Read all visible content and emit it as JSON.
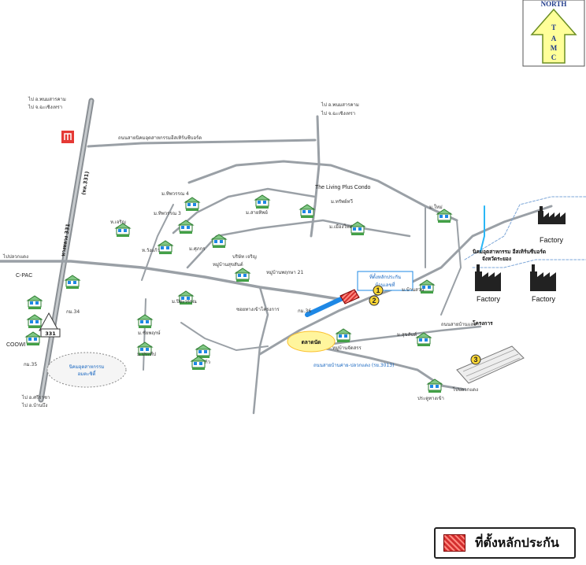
{
  "compass": {
    "north": "NORTH",
    "letters": [
      "T",
      "A",
      "M",
      "C"
    ]
  },
  "colors": {
    "road": "#9aa0a6",
    "highway": "#8a8f94",
    "highway_blue": "#1e88e5",
    "site_red": "#d32f2f",
    "marker_yellow": "#fdd835",
    "factory": "#222222",
    "legend_border": "#222222",
    "compass_fill": "#ffff99",
    "compass_stroke": "#6b8e23"
  },
  "legend": {
    "label": "ที่ตั้งหลักประกัน"
  },
  "labels": {
    "hwy_331": "ทางหลวง 331",
    "hwy_331_num": "(ทล.331)",
    "top_left_dest_1": "ไป อ.พนมสารคาม",
    "top_left_dest_2": "ไป จ.ฉะเชิงเทรา",
    "top_mid_dest_1": "ไป อ.พนมสารคาม",
    "top_mid_dest_2": "ไป จ.ฉะเชิงเทรา",
    "road_north": "ถนนสายนิคมอุตสาหกรรมอีสเทิร์นซีบอร์ด",
    "left_dest_1": "ไปปลวกแดง",
    "bottom_left_dest_1": "ไป อ.ศรีราชา",
    "bottom_left_dest_2": "ไป อ.บ้านบึง",
    "bottom_right_dest": "ไปปลวกแดง",
    "living_plus": "The Living Plus Condo",
    "factory_1": "Factory",
    "factory_2": "Factory",
    "factory_3": "Factory",
    "industrial_estate_right": "นิคมอุตสาหกรรม อีสเทิร์นซีบอร์ด",
    "industrial_estate_right_sub": "จังหวัดระยอง",
    "industrial_estate_left": "นิคมอุตสาหกรรม",
    "industrial_estate_left_sub": "อมตะซิตี้",
    "market": "ตลาดนัด",
    "hwy_3013": "ถนนสายบ้านค่าย-ปลวกแดง (รย.3013)",
    "road_bottom": "ถนนสายบ้านแลง",
    "site_note_1": "ที่ตั้งหลักประกัน",
    "site_note_2": "บ้านเลขที่",
    "road_sub_mid": "ซอยทางเข้าโครงการ",
    "place_1": "ห.เจริญ",
    "place_2": "ม.ทิพวรรณ 4",
    "place_3": "ม.ทิพวรรณ 3",
    "place_4": "ห.วังแก้ว",
    "place_5": "ม.ศุภกร",
    "place_6": "ม.ปิยะวรรณ",
    "place_7": "ม.ชัยพฤกษ์",
    "place_8": "ม.ประทีป",
    "place_9": "ม.วังแก้ว",
    "place_10": "หมู่บ้านพฤกษา 21",
    "place_11": "บริษัท เจริญ",
    "place_12": "หมู่บ้านสุขสันต์",
    "place_13": "ม.สายทิพย์",
    "place_14": "ม.ทรัพย์ทวี",
    "place_15": "ม.เมืองใหม่",
    "place_16": "โครงการ",
    "place_17": "ม.สุขสันต์",
    "place_18": "ประตูทางเข้า",
    "place_19": "ม.บ้านสวน",
    "place_20": "หมู่บ้านจัดสรร",
    "place_21": "ม.ใหม่",
    "c_pac": "C-PAC",
    "coowi": "COOWI",
    "km_34": "กม.34",
    "km_35": "กม.35",
    "km_36": "กม.36",
    "mark_1": "1",
    "mark_2": "2",
    "mark_3": "3",
    "shield": "331"
  }
}
